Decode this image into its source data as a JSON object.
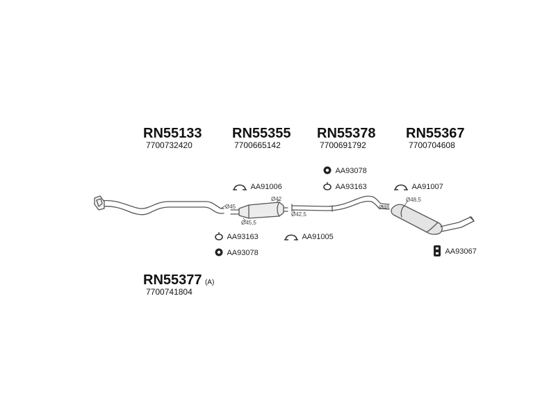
{
  "parts": [
    {
      "number": "RN55133",
      "oe": "7700732420"
    },
    {
      "number": "RN55355",
      "oe": "7700665142"
    },
    {
      "number": "RN55378",
      "oe": "7700691792"
    },
    {
      "number": "RN55367",
      "oe": "7700704608"
    },
    {
      "number": "RN55377",
      "variant": "(A)",
      "oe": "7700741804"
    }
  ],
  "accessories": [
    {
      "code": "AA93078",
      "icon": "rubber-ring-icon"
    },
    {
      "code": "AA91006",
      "icon": "u-clamp-icon"
    },
    {
      "code": "AA93163",
      "icon": "gasket-icon"
    },
    {
      "code": "AA91007",
      "icon": "u-clamp-icon"
    },
    {
      "code": "AA93163",
      "icon": "gasket-icon"
    },
    {
      "code": "AA93078",
      "icon": "rubber-ring-icon"
    },
    {
      "code": "AA91005",
      "icon": "u-clamp-icon"
    },
    {
      "code": "AA93067",
      "icon": "rubber-hanger-icon"
    }
  ],
  "diameters": [
    "Ø45",
    "Ø42",
    "Ø45,5",
    "Ø42,5",
    "Ø48",
    "Ø48,5"
  ],
  "colors": {
    "line": "#555555",
    "fill": "#e8e8e8",
    "dark": "#222222"
  }
}
